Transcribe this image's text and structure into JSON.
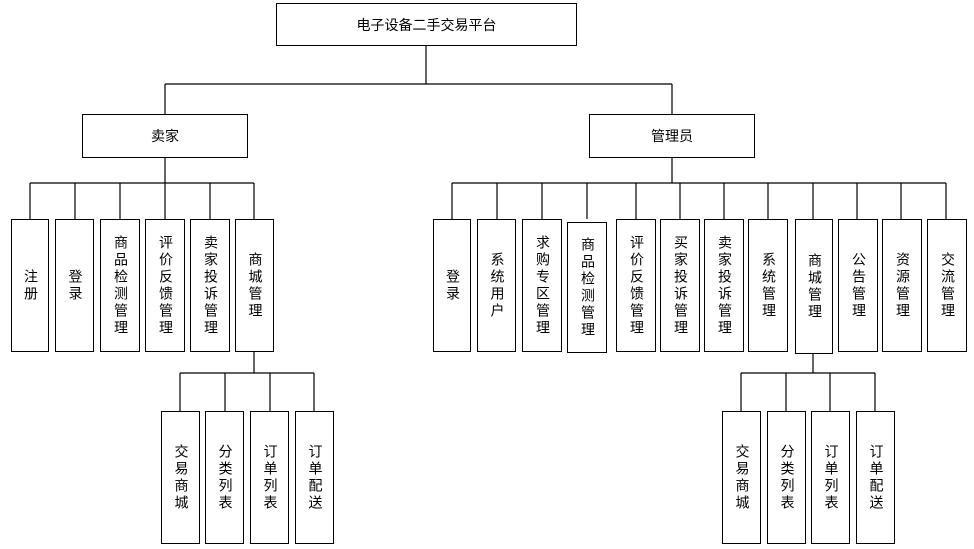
{
  "root": {
    "label": "电子设备二手交易平台"
  },
  "seller": {
    "label": "卖家",
    "children": [
      "注册",
      "登录",
      "商品检测管理",
      "评价反馈管理",
      "卖家投诉管理",
      "商城管理"
    ],
    "mall_children": [
      "交易商城",
      "分类列表",
      "订单列表",
      "订单配送"
    ]
  },
  "admin": {
    "label": "管理员",
    "children": [
      "登录",
      "系统用户",
      "求购专区管理",
      "商品检测管理",
      "评价反馈管理",
      "买家投诉管理",
      "卖家投诉管理",
      "系统管理",
      "商城管理",
      "公告管理",
      "资源管理",
      "交流管理"
    ],
    "mall_children": [
      "交易商城",
      "分类列表",
      "订单列表",
      "订单配送"
    ]
  }
}
